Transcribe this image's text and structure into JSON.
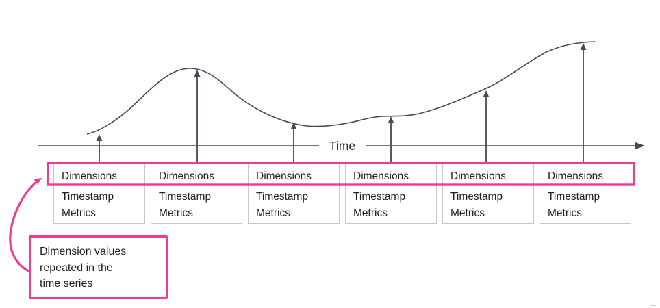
{
  "figure": {
    "axis_label": "Time",
    "colors": {
      "accent_pink": "#ee3c92",
      "line": "#434959",
      "box_border": "#c5c7cc",
      "text": "#1e2025"
    }
  },
  "boxes": [
    {
      "fields": [
        "Dimensions",
        "Timestamp",
        "Metrics"
      ]
    },
    {
      "fields": [
        "Dimensions",
        "Timestamp",
        "Metrics"
      ]
    },
    {
      "fields": [
        "Dimensions",
        "Timestamp",
        "Metrics"
      ]
    },
    {
      "fields": [
        "Dimensions",
        "Timestamp",
        "Metrics"
      ]
    },
    {
      "fields": [
        "Dimensions",
        "Timestamp",
        "Metrics"
      ]
    },
    {
      "fields": [
        "Dimensions",
        "Timestamp",
        "Metrics"
      ]
    }
  ],
  "annotation": {
    "lines": [
      "Dimension values",
      "repeated in the",
      "time series"
    ]
  }
}
